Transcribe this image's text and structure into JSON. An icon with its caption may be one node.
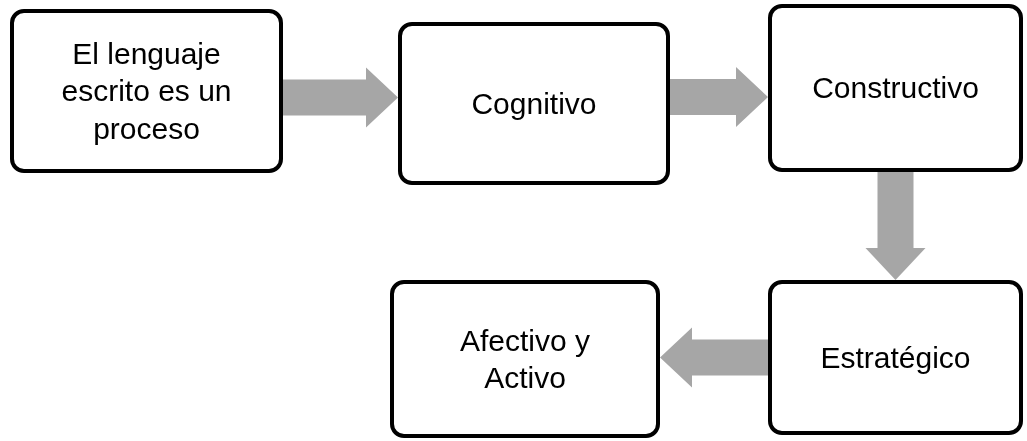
{
  "diagram": {
    "nodes": [
      {
        "text": [
          "El lenguaje escrito es un proceso"
        ]
      },
      {
        "text": [
          "Cognitivo"
        ]
      },
      {
        "text": [
          "Constructivo"
        ]
      },
      {
        "text": [
          "Estratégico"
        ]
      },
      {
        "text": [
          "Afectivo y Activo"
        ]
      }
    ],
    "edges": [
      {
        "from": 0,
        "to": 1,
        "arrow": "to"
      },
      {
        "from": 1,
        "to": 2,
        "arrow": "to"
      },
      {
        "from": 2,
        "to": 3,
        "arrow": "to"
      },
      {
        "from": 3,
        "to": 4,
        "arrow": "to"
      }
    ]
  }
}
